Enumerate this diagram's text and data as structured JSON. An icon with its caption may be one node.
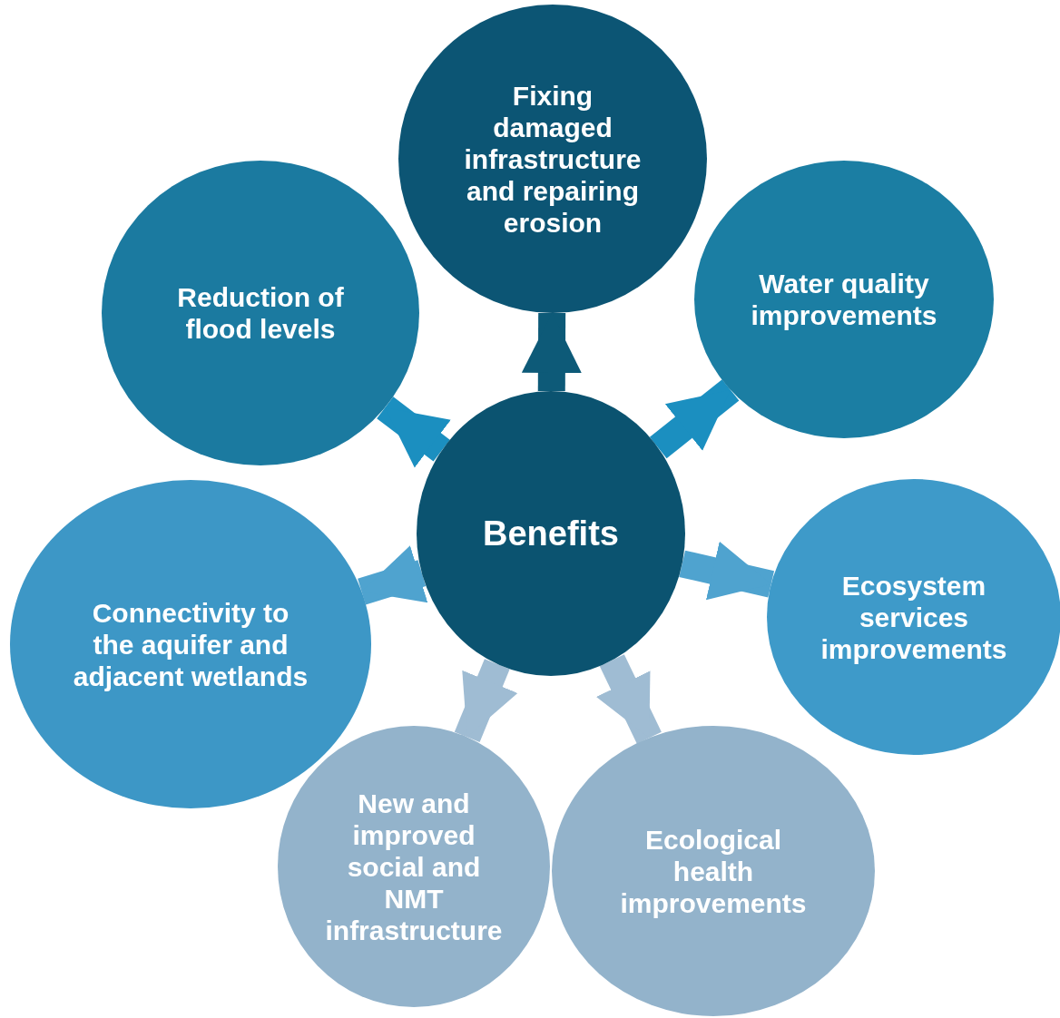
{
  "diagram": {
    "nodes": [
      {
        "text": [
          "Fixing damaged infrastructure and repairing erosion"
        ]
      },
      {
        "text": [
          "Reduction of flood levels"
        ]
      },
      {
        "text": [
          "Water quality improvements"
        ]
      },
      {
        "text": [
          "Benefits"
        ]
      },
      {
        "text": [
          "Connectivity to the aquifer and adjacent wetlands"
        ]
      },
      {
        "text": [
          "Ecosystem services improvements"
        ]
      },
      {
        "text": [
          "New and improved social and NMT infrastructure"
        ]
      },
      {
        "text": [
          "Ecological health improvements"
        ]
      }
    ],
    "edges": [
      {
        "from": 3,
        "to": 0,
        "arrow": "to",
        "color": "#0d5a78"
      },
      {
        "from": 3,
        "to": 1,
        "arrow": "to",
        "color": "#1b8fc0"
      },
      {
        "from": 3,
        "to": 2,
        "arrow": "to",
        "color": "#1b8fc0"
      },
      {
        "from": 3,
        "to": 4,
        "arrow": "to",
        "color": "#4fa3cf"
      },
      {
        "from": 3,
        "to": 5,
        "arrow": "to",
        "color": "#4fa3cf"
      },
      {
        "from": 3,
        "to": 6,
        "arrow": "to",
        "color": "#9fbcd3"
      },
      {
        "from": 3,
        "to": 7,
        "arrow": "to",
        "color": "#9fbcd3"
      }
    ]
  }
}
